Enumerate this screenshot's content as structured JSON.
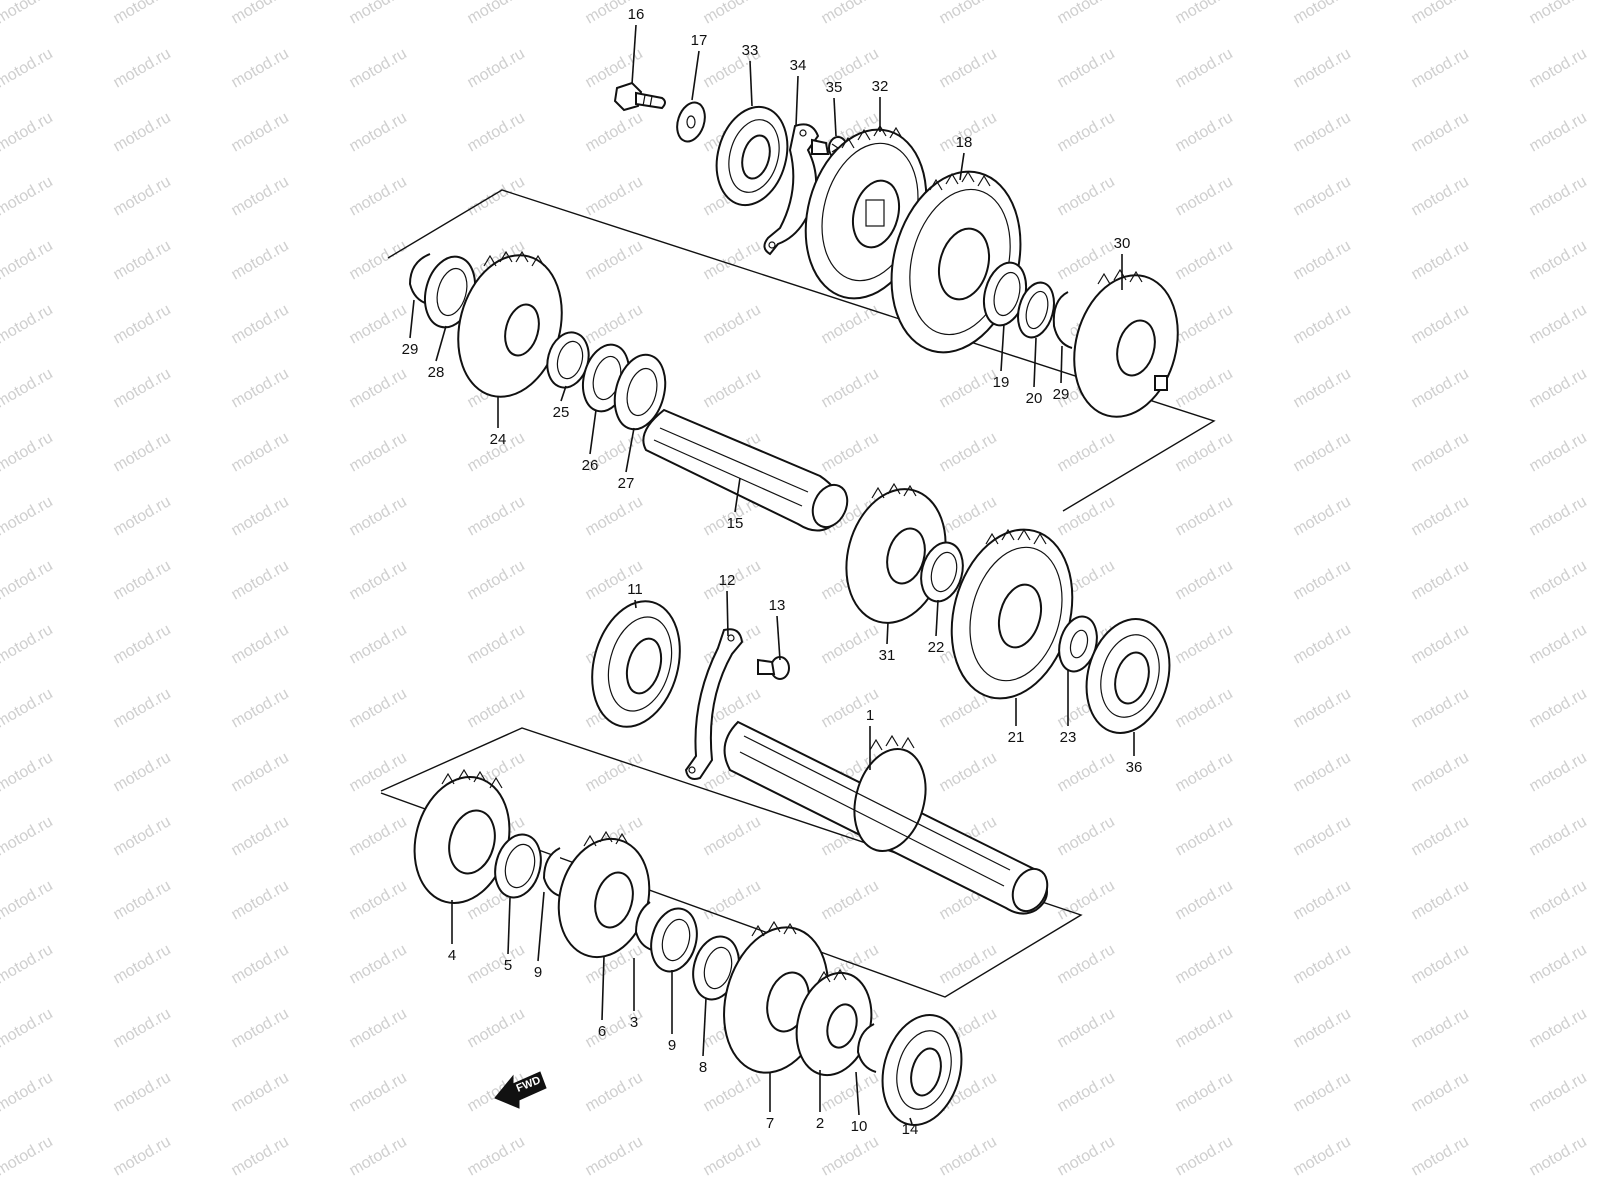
{
  "watermark": "motod.ru",
  "direction_label": "FWD",
  "parts": [
    {
      "number": "1"
    },
    {
      "number": "2"
    },
    {
      "number": "3"
    },
    {
      "number": "4"
    },
    {
      "number": "5"
    },
    {
      "number": "6"
    },
    {
      "number": "7"
    },
    {
      "number": "8"
    },
    {
      "number": "9"
    },
    {
      "number": "9"
    },
    {
      "number": "10"
    },
    {
      "number": "11"
    },
    {
      "number": "12"
    },
    {
      "number": "13"
    },
    {
      "number": "14"
    },
    {
      "number": "15"
    },
    {
      "number": "16"
    },
    {
      "number": "17"
    },
    {
      "number": "18"
    },
    {
      "number": "19"
    },
    {
      "number": "20"
    },
    {
      "number": "21"
    },
    {
      "number": "22"
    },
    {
      "number": "23"
    },
    {
      "number": "24"
    },
    {
      "number": "25"
    },
    {
      "number": "26"
    },
    {
      "number": "27"
    },
    {
      "number": "28"
    },
    {
      "number": "29"
    },
    {
      "number": "29"
    },
    {
      "number": "30"
    },
    {
      "number": "31"
    },
    {
      "number": "32"
    },
    {
      "number": "33"
    },
    {
      "number": "34"
    },
    {
      "number": "35"
    },
    {
      "number": "36"
    }
  ]
}
